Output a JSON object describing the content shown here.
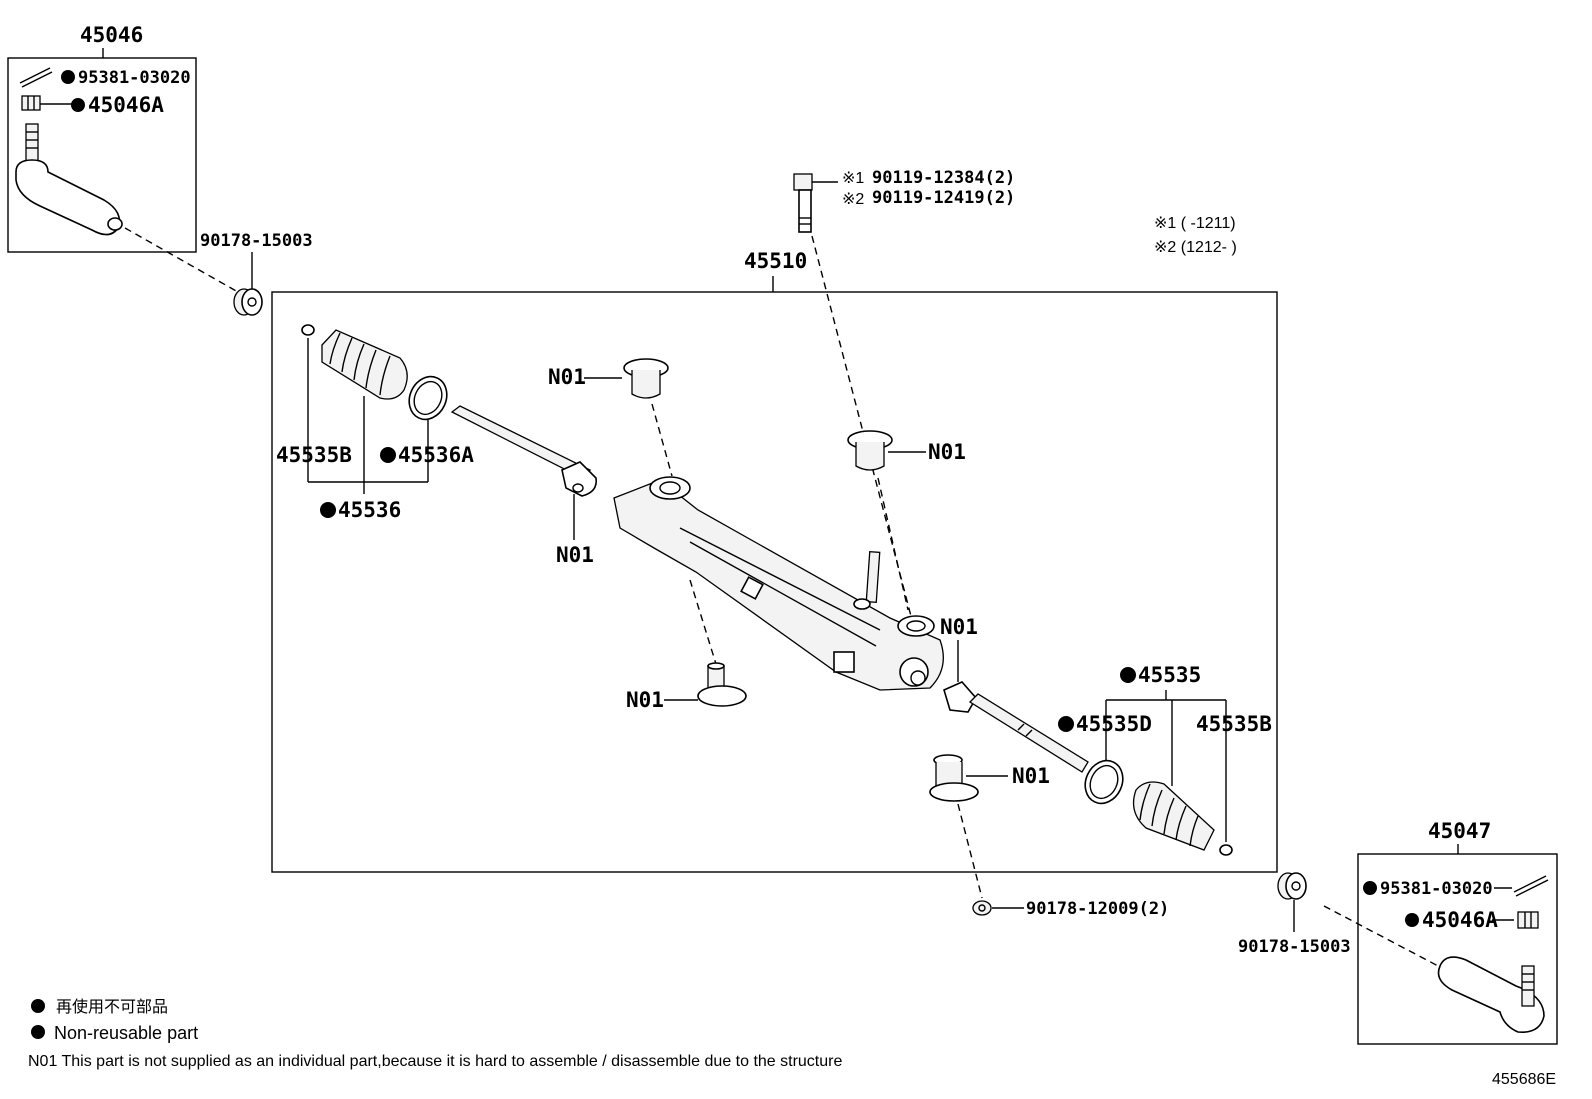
{
  "labels": {
    "tie_rod_end_left": "45046",
    "tie_rod_end_right": "45047",
    "cotter_pin": "95381-03020",
    "nut": "45046A",
    "nut_left_end": "90178-15003",
    "gear_assembly": "45510",
    "bolt_1": "90119-12384(2)",
    "bolt_2": "90119-12419(2)",
    "bolt_mark_1": "※1",
    "bolt_mark_2": "※2",
    "period_1": "※1 (    -1211)",
    "period_2": "※2 (1212-    )",
    "clip": "45535B",
    "clamp": "45536A",
    "boot_set": "45536",
    "boot_kit_right": "45535",
    "clamp_right": "45535D",
    "n01": "N01",
    "nut_mount": "90178-12009(2)",
    "diagram_id": "455686E"
  },
  "legend": {
    "japanese": "再使用不可部品",
    "english": "Non-reusable part",
    "n01_note": "N01 This part is not supplied as an individual part,because it is hard to assemble / disassemble due to the structure"
  }
}
